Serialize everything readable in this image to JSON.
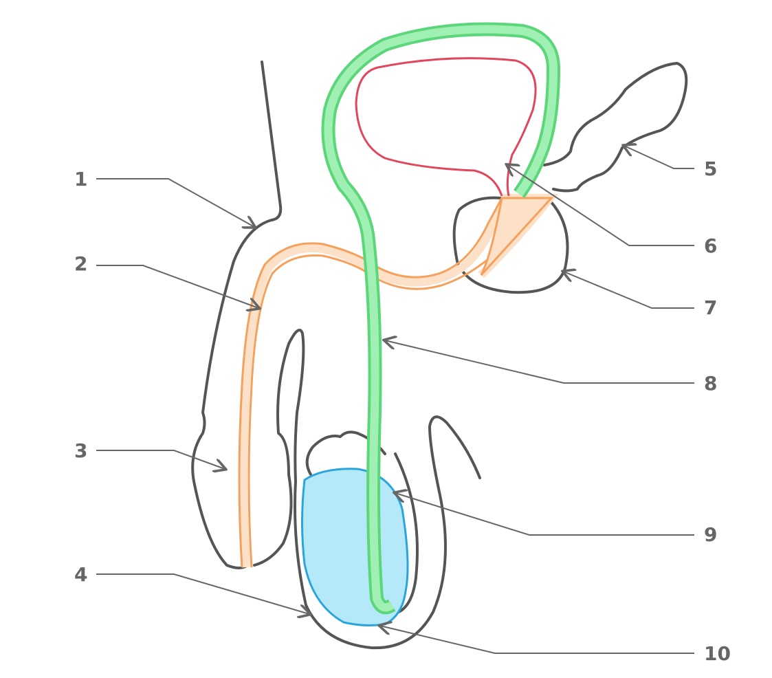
{
  "diagram": {
    "labels": [
      "1",
      "2",
      "3",
      "4",
      "5",
      "6",
      "7",
      "8",
      "9",
      "10"
    ],
    "colors": {
      "outline": "#555555",
      "urethra": "#f5a15c",
      "urethra_fill": "#fde0c8",
      "vas_deferens": "#5cd67a",
      "vas_fill": "#9ff0b2",
      "bladder": "#e0465c",
      "testis": "#2aa5dc",
      "testis_fill": "#b5e9fa"
    }
  }
}
